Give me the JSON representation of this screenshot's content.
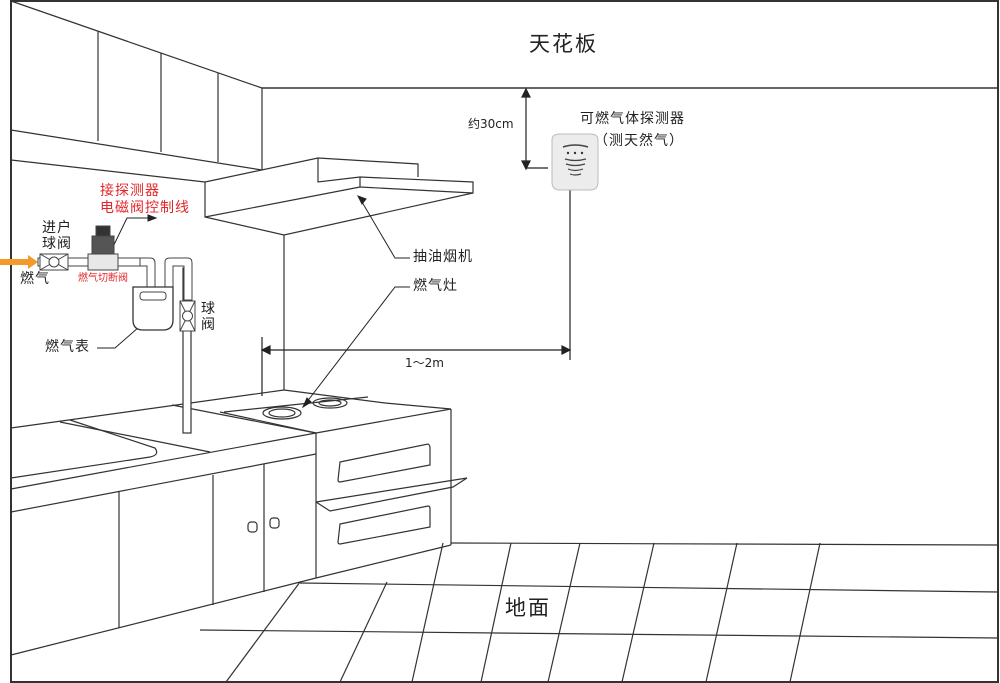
{
  "title": "可燃气体探测器安装示意图",
  "labels": {
    "ceiling": "天花板",
    "floor": "地面",
    "detector_name": "可燃气体探测器",
    "detector_note": "（测天然气）",
    "ceiling_distance": "约30cm",
    "horizontal_distance": "1～2m",
    "range_hood": "抽油烟机",
    "gas_stove": "燃气灶",
    "gas_meter": "燃气表",
    "ball_valve_line1": "球",
    "ball_valve_line2": "阀",
    "inlet_valve_line1": "进户",
    "inlet_valve_line2": "球阀",
    "gas_inlet": "燃气",
    "shutoff_valve": "燃气切断阀",
    "control_wire_line1": "接探测器",
    "control_wire_line2": "电磁阀控制线"
  },
  "colors": {
    "line": "#333333",
    "annotation_red": "#e3262a",
    "gas_flow_arrow": "#f39a2b",
    "detector_body": "#ececec"
  }
}
